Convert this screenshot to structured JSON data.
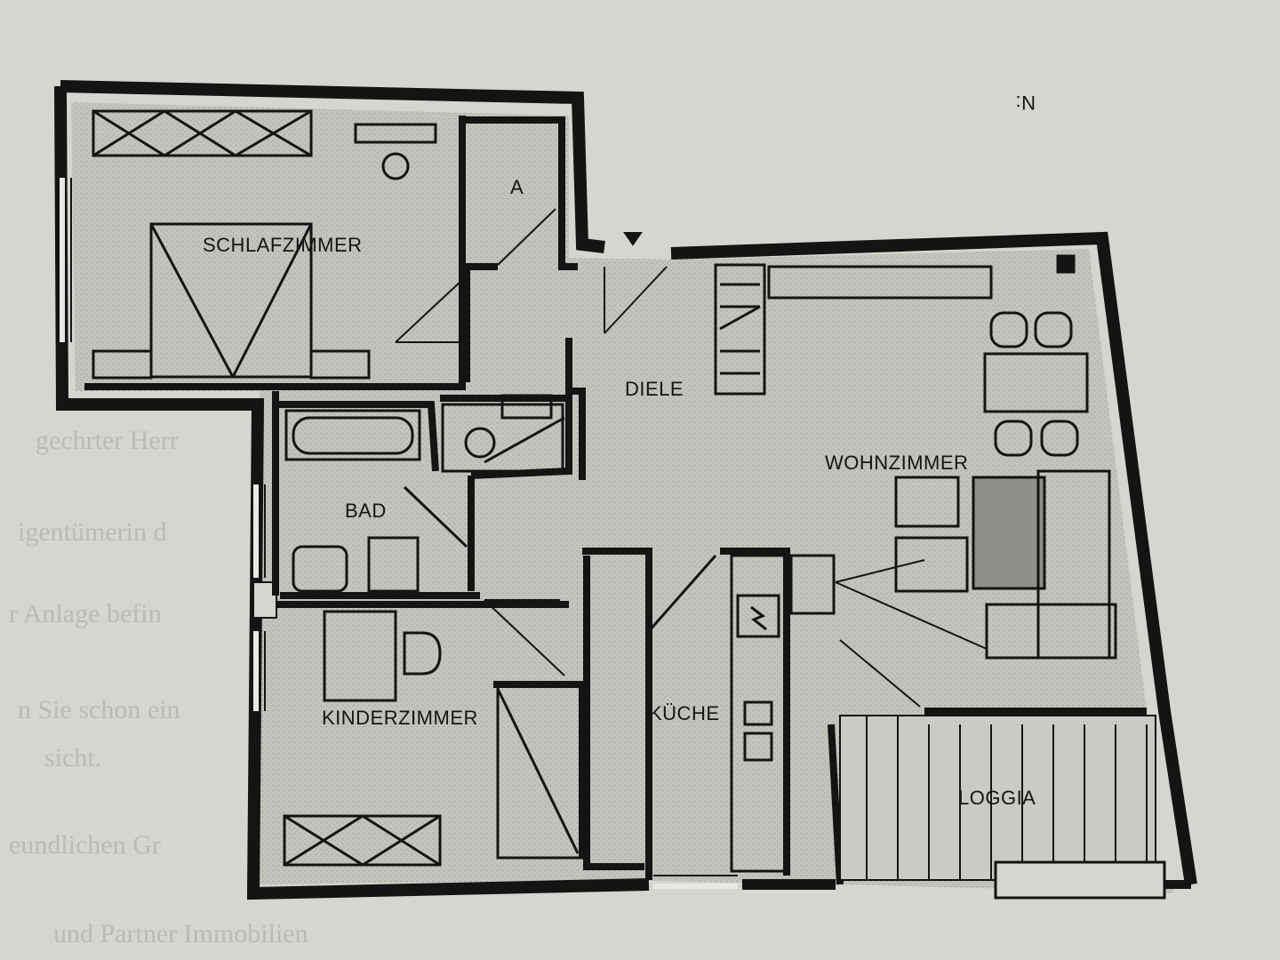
{
  "plan": {
    "rooms": {
      "schlafzimmer": "SCHLAFZIMMER",
      "abstell": "A",
      "diele": "DIELE",
      "wohnzimmer": "WOHNZIMMER",
      "bad": "BAD",
      "kinderzimmer": "KINDERZIMMER",
      "kueche": "KÜCHE",
      "loggia": "LOGGIA"
    },
    "north_arrow": "N:"
  },
  "background_page": {
    "lines": [
      "gechrter Herr",
      "igentümerin d",
      "r Anlage befin",
      "n Sie schon ein",
      "sicht.",
      "eundlichen Gr",
      "und Partner Immobilien"
    ]
  },
  "colors": {
    "paper": "#d4d6cf",
    "wall": "#141414",
    "floor": "#bdbfb8"
  }
}
